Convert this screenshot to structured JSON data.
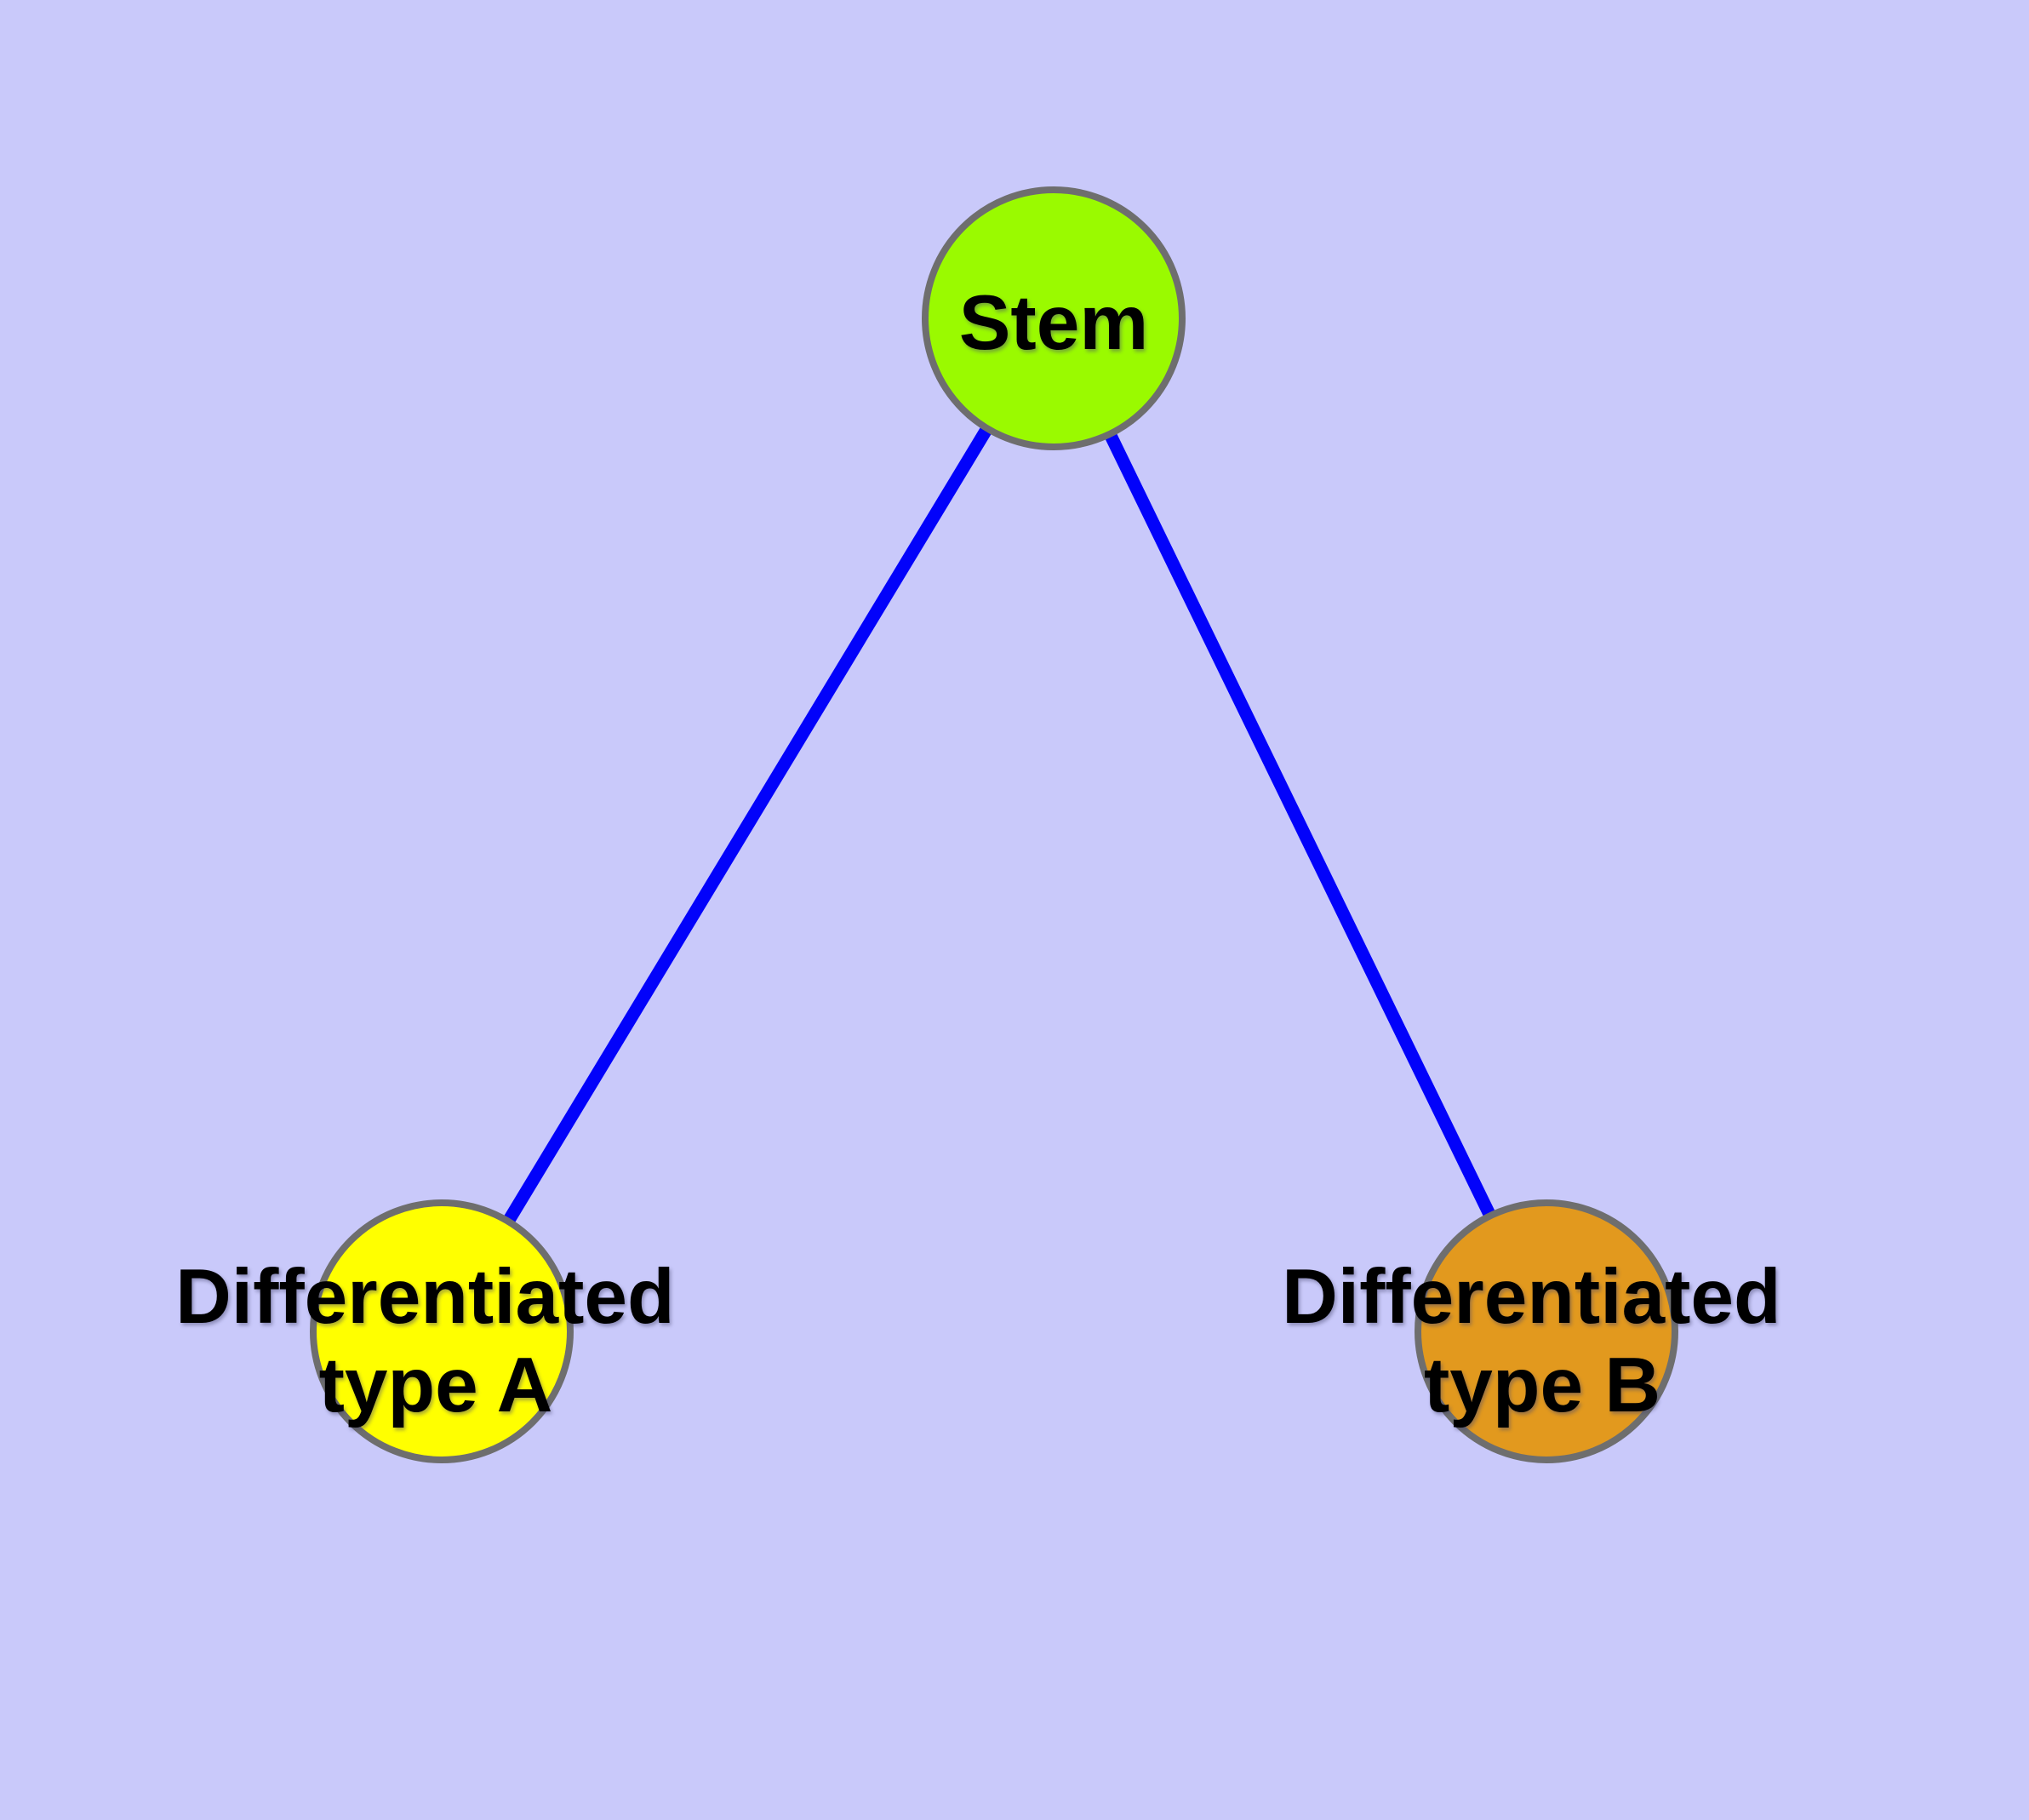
{
  "diagram": {
    "type": "node-link-graph",
    "background_color": "#C9C9FA",
    "edge_color": "#0202FA",
    "node_border_color": "#6E6E6E",
    "text_color": "#000000",
    "nodes": [
      {
        "id": "stem",
        "label": "Stem",
        "label_lines": [
          "Stem"
        ],
        "color": "#9AFA00"
      },
      {
        "id": "differentiated-type-a",
        "label": "Differentiated type A",
        "label_lines": [
          "Differentiated",
          "type A"
        ],
        "color": "#FFFF00"
      },
      {
        "id": "differentiated-type-b",
        "label": "Differentiated type B",
        "label_lines": [
          "Differentiated",
          "type B"
        ],
        "color": "#E2991E"
      }
    ],
    "edges": [
      {
        "from": "stem",
        "to": "differentiated-type-a"
      },
      {
        "from": "stem",
        "to": "differentiated-type-b"
      }
    ]
  }
}
